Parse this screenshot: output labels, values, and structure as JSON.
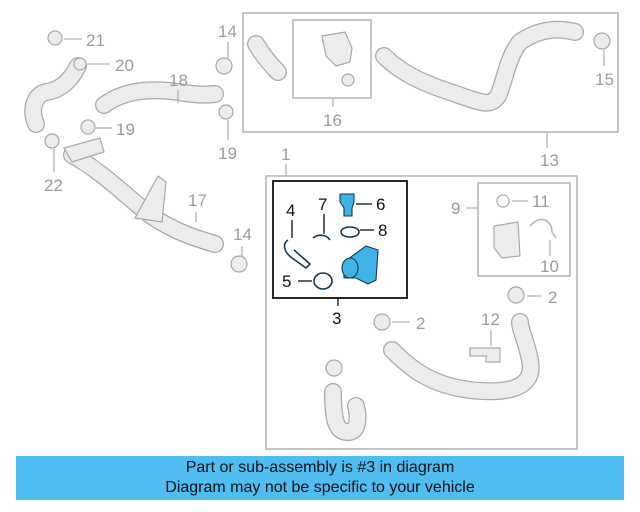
{
  "callouts": {
    "n21": "21",
    "n20": "20",
    "n18": "18",
    "n19a": "19",
    "n22": "22",
    "n17": "17",
    "n14a": "14",
    "n19b": "19",
    "n16": "16",
    "n15": "15",
    "n13": "13",
    "n14b": "14",
    "n1": "1",
    "n4": "4",
    "n7": "7",
    "n6": "6",
    "n8": "8",
    "n5": "5",
    "n3": "3",
    "n9": "9",
    "n11": "11",
    "n10": "10",
    "n2a": "2",
    "n2b": "2",
    "n12": "12"
  },
  "banner": {
    "line1": "Part or sub-assembly is #3 in diagram",
    "line2": "Diagram may not be specific to your vehicle",
    "background": "#4fbdf1"
  },
  "colors": {
    "highlight": "#3fb3e6",
    "ghost_line": "#b3b3b3",
    "ghost_text": "#9a9a9a"
  }
}
